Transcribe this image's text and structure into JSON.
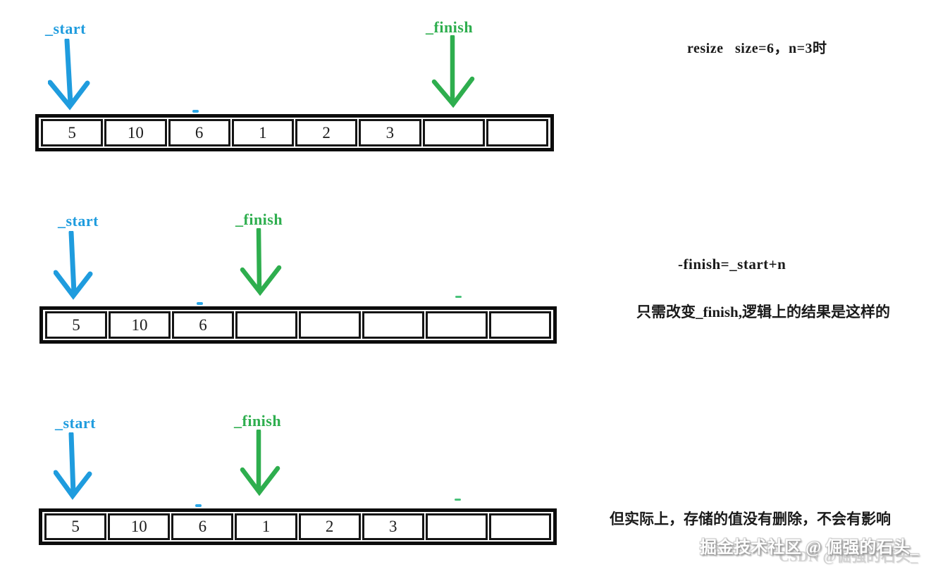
{
  "colors": {
    "start_blue": "#1f9cde",
    "finish_green": "#2eae4e",
    "border_black": "#0c0c0c"
  },
  "labels": {
    "start": "_start",
    "finish": "_finish"
  },
  "annotations": {
    "resize_note": "resize   size=6，n=3时",
    "finish_formula": "-finish=_start+n",
    "logic_note": "只需改变_finish,逻辑上的结果是这样的",
    "actual_note": "但实际上，存储的值没有删除，不会有影响"
  },
  "watermark": {
    "primary": "掘金技术社区 @ 倔强的石头_",
    "secondary": "CSDN @倔强的石头_"
  },
  "arrays": [
    {
      "name": "resize-before",
      "cells": [
        "5",
        "10",
        "6",
        "1",
        "2",
        "3",
        "",
        ""
      ],
      "start_cell_index": 0,
      "finish_cell_index": 6
    },
    {
      "name": "resize-logical",
      "cells": [
        "5",
        "10",
        "6",
        "",
        "",
        "",
        "",
        ""
      ],
      "start_cell_index": 0,
      "finish_cell_index": 3
    },
    {
      "name": "resize-actual",
      "cells": [
        "5",
        "10",
        "6",
        "1",
        "2",
        "3",
        "",
        ""
      ],
      "start_cell_index": 0,
      "finish_cell_index": 3
    }
  ]
}
